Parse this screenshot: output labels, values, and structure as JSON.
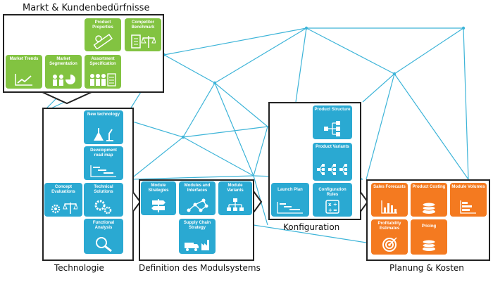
{
  "sections": {
    "market": "Markt & Kundenbedürfnisse",
    "technology": "Technologie",
    "modular": "Definition des Modulsystems",
    "configuration": "Konfiguration",
    "planning": "Planung & Kosten"
  },
  "tiles": {
    "product_properties": "Product Properties",
    "competitor_benchmark": "Competitor Benchmark",
    "market_trends": "Market Trends",
    "market_segmentation": "Market Segmentation",
    "assortment_specification": "Assortment Specification",
    "new_technology": "New technology",
    "development_road_map": "Development road map",
    "concept_evaluations": "Concept Evaluations",
    "technical_solutions": "Technical Solutions",
    "functional_analysis": "Functional Analysis",
    "module_strategies": "Module Strategies",
    "modules_and_interfaces": "Modules and Interfaces",
    "module_variants": "Module Variants",
    "supply_chain_strategy": "Supply Chain Strategy",
    "product_structure": "Product Structure",
    "product_variants": "Product Variants",
    "launch_plan": "Launch Plan",
    "configuration_rules": "Configuration Rules",
    "sales_forecasts": "Sales Forecasts",
    "product_costing": "Product Costing",
    "module_volumes": "Module Volumes",
    "profitability_estimates": "Profitability Estimates",
    "pricing": "Pricing"
  },
  "colors": {
    "market": "#82c341",
    "technology": "#2aa9d2",
    "planning": "#f47a20",
    "network": "#3db4d8"
  }
}
